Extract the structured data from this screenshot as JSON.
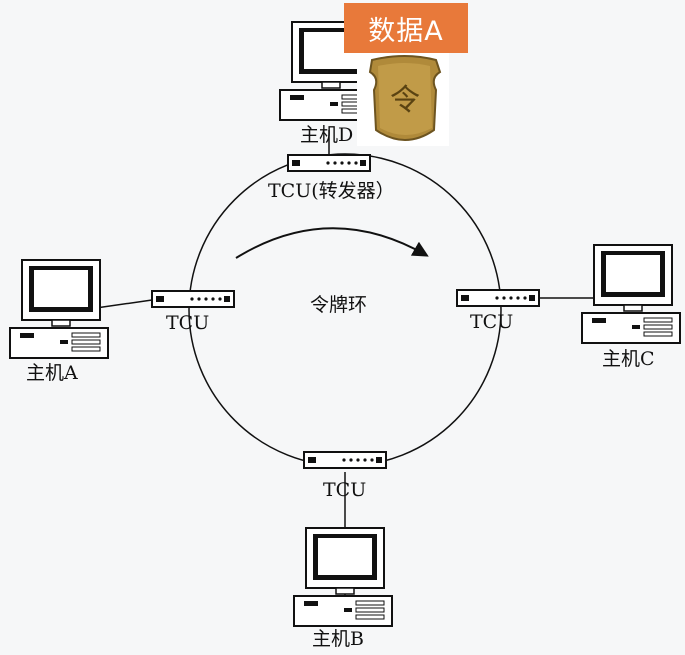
{
  "badge": {
    "text": "数据A",
    "color": "#e8793a"
  },
  "token_image": {
    "icon": "token-plaque-icon",
    "glyph": "令"
  },
  "ring": {
    "label": "令牌环",
    "arrow": "clockwise-arrow"
  },
  "hosts": {
    "a": {
      "label": "主机A"
    },
    "b": {
      "label": "主机B"
    },
    "c": {
      "label": "主机C"
    },
    "d": {
      "label": "主机D"
    }
  },
  "tcu": {
    "top": "TCU(转发器）",
    "left": "TCU",
    "right": "TCU",
    "bottom": "TCU"
  }
}
